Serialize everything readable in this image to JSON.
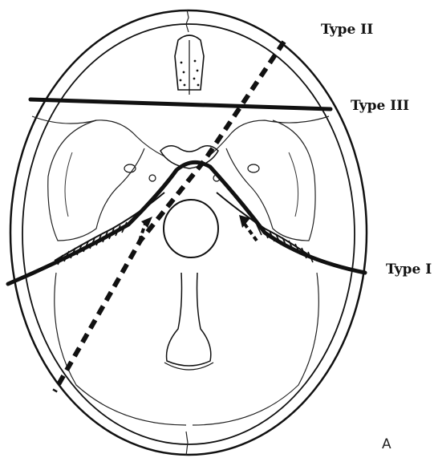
{
  "labels": {
    "type_ii": "Type II",
    "type_iii": "Type III",
    "type_i": "Type I"
  },
  "panel_letter": "A",
  "colors": {
    "line": "#111111",
    "background": "#ffffff"
  }
}
